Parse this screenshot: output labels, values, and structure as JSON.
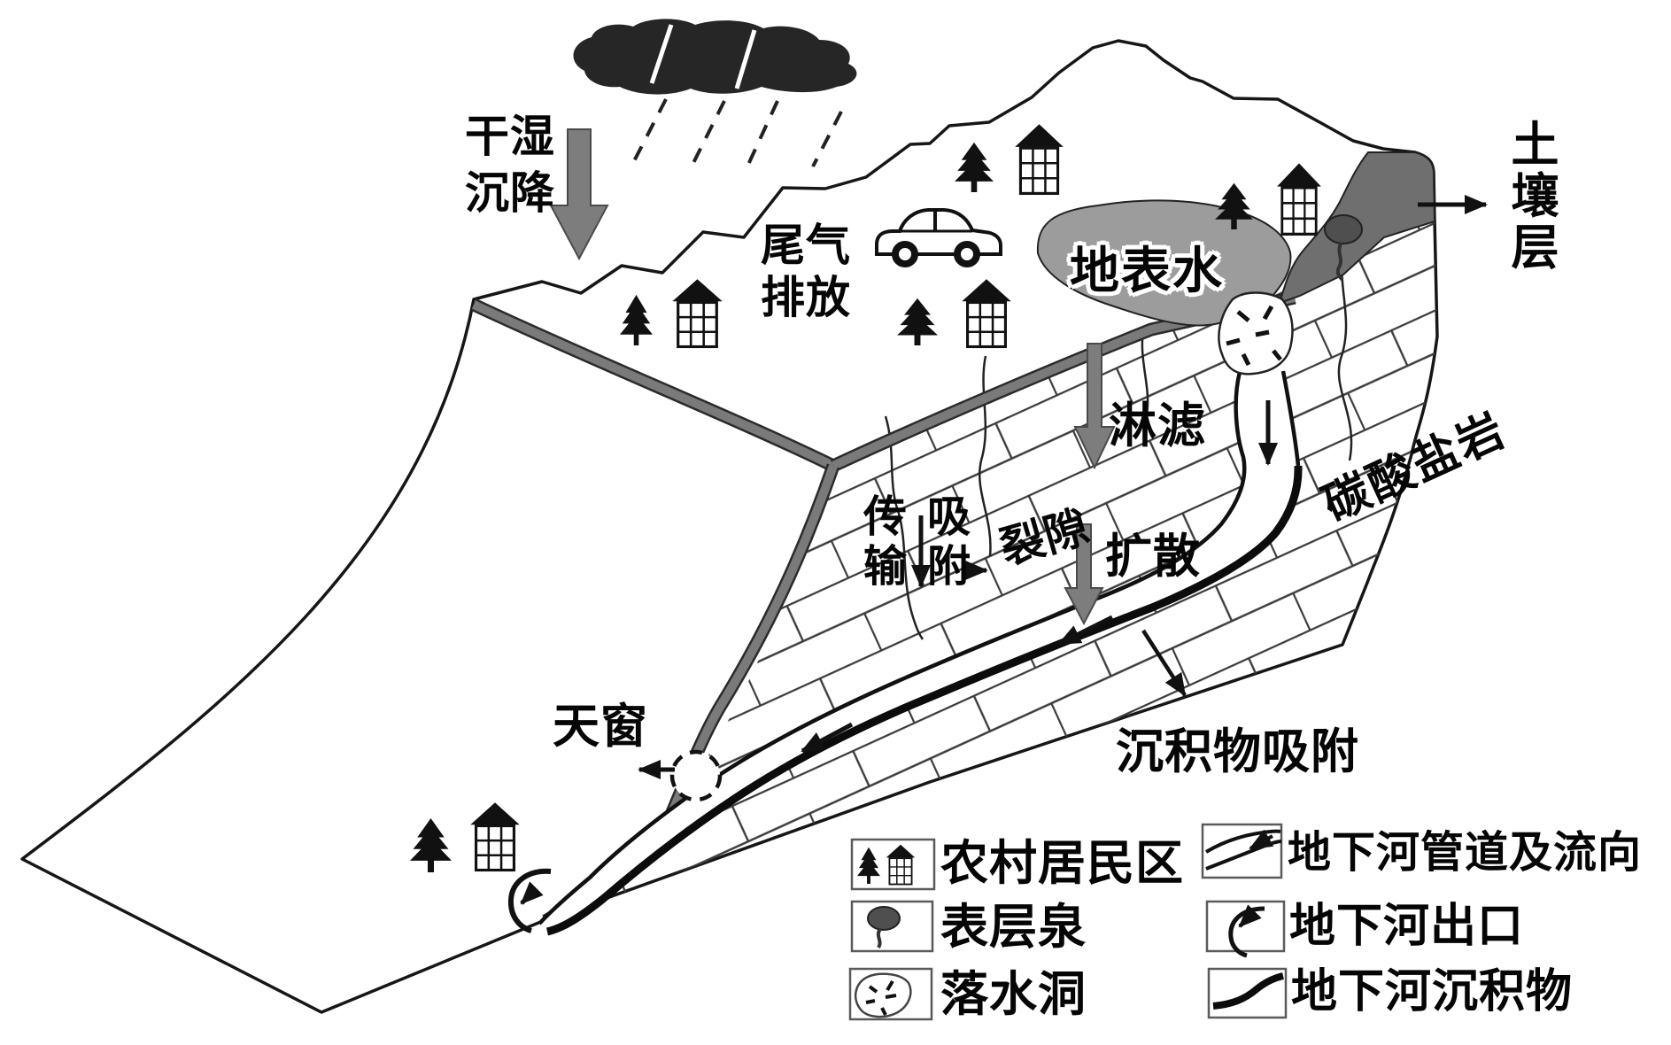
{
  "diagram": {
    "labels": {
      "dry_wet_deposition": "干湿\n沉降",
      "exhaust_emission": "尾气\n排放",
      "surface_water": "地表水",
      "soil_layer": "土\n壤\n层",
      "leaching": "淋滤",
      "transport": "传\n输",
      "adsorption": "吸\n附",
      "fissure": "裂隙",
      "diffusion": "扩散",
      "carbonate_rock": "碳酸盐岩",
      "karst_window": "天窗",
      "sediment_adsorption": "沉积物吸附"
    },
    "legend": {
      "items": [
        {
          "id": "rural-residential-area",
          "label": "农村居民区"
        },
        {
          "id": "epikarst-spring",
          "label": "表层泉"
        },
        {
          "id": "sinkhole",
          "label": "落水洞"
        },
        {
          "id": "underground-river-conduit-and-flow",
          "label": "地下河管道及流向"
        },
        {
          "id": "underground-river-outlet",
          "label": "地下河出口"
        },
        {
          "id": "underground-river-sediment",
          "label": "地下河沉积物"
        }
      ]
    },
    "colors": {
      "soil": "#6f6f6f",
      "band": "#7a7a7a",
      "lake": "#9c9c9c",
      "cloud": "#262626",
      "gray-arrow": "#7d7d7d",
      "spring": "#4f4f4f",
      "ink": "#161616",
      "brick-line": "#3c3c3c"
    }
  }
}
